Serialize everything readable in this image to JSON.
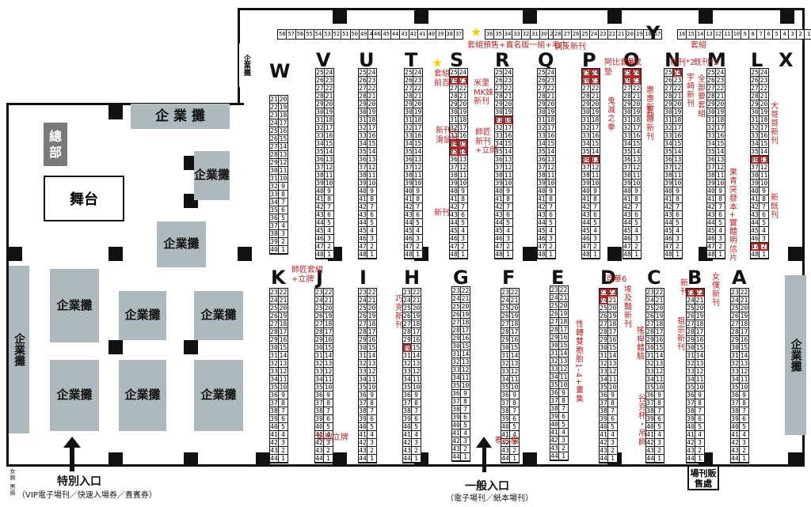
{
  "left_block_labels": {
    "top_row_left": "",
    "y_letter": "Y"
  },
  "top_row_left": [
    "58",
    "57",
    "56",
    "55",
    "54",
    "53",
    "52",
    "51",
    "50",
    "49",
    "48",
    "47"
  ],
  "top_row_mid": [
    "46",
    "45",
    "44",
    "43",
    "42",
    "41",
    "40",
    "39",
    "38",
    "37"
  ],
  "top_row_center": [
    "36",
    "35",
    "34",
    "33",
    "32",
    "31",
    "30",
    "29"
  ],
  "top_row_right": [
    "28",
    "27",
    "26",
    "25",
    "24",
    "23",
    "22",
    "21",
    "20",
    "19",
    "18",
    "17"
  ],
  "top_row_far": [
    "16",
    "15",
    "14",
    "13",
    "12",
    "11",
    "10",
    "9",
    "8",
    "7",
    "6",
    "5",
    "4",
    "3",
    "2",
    "1"
  ],
  "top_notes": {
    "center": "套組預售+賣名版一組+毛巾",
    "right": "偶反新刊",
    "far": "套組"
  },
  "upper_letters": [
    "W",
    "V",
    "U",
    "T",
    "S",
    "R",
    "Q",
    "P",
    "O",
    "N",
    "M",
    "L",
    "X"
  ],
  "lower_letters": [
    "K",
    "J",
    "I",
    "H",
    "G",
    "F",
    "E",
    "D",
    "C",
    "B",
    "A"
  ],
  "corp_label": "企業攤",
  "corp_label_short": "企 業 攤",
  "hq_label": "總部",
  "stage_label": "舞台",
  "entrance_special": "特別入口",
  "entrance_special_sub": "（VIP電子場刊／快速入場券／貴賓券）",
  "entrance_general": "一般入口",
  "entrance_general_sub": "（電子場刊／紙本場刊）",
  "sales_label": "場刊販售處",
  "restroom_label": "女廁 男廁",
  "side_booth_label": "企業攤",
  "upper_pairs": [
    [
      "25",
      "24"
    ],
    [
      "26",
      "23"
    ],
    [
      "27",
      "22"
    ],
    [
      "28",
      "21"
    ],
    [
      "29",
      "20"
    ],
    [
      "30",
      "19"
    ],
    [
      "31",
      "18"
    ],
    [
      "32",
      "17"
    ],
    [
      "33",
      "16"
    ],
    [
      "34",
      "15"
    ],
    [
      "35",
      "14"
    ],
    [
      "36",
      "13"
    ],
    [
      "37",
      "12"
    ],
    [
      "38",
      "11"
    ],
    [
      "39",
      "10"
    ],
    [
      "40",
      "9"
    ],
    [
      "41",
      "8"
    ],
    [
      "42",
      "7"
    ],
    [
      "43",
      "6"
    ],
    [
      "44",
      "5"
    ],
    [
      "45",
      "4"
    ],
    [
      "46",
      "3"
    ],
    [
      "47",
      "2"
    ],
    [
      "48",
      "1"
    ]
  ],
  "w_pairs": [
    [
      "21",
      "20"
    ],
    [
      "22",
      "19"
    ],
    [
      "23",
      "18"
    ],
    [
      "24",
      "17"
    ],
    [
      "25",
      "16"
    ],
    [
      "26",
      "15"
    ],
    [
      "27",
      "14"
    ],
    [
      "28",
      "13"
    ],
    [
      "29",
      "12"
    ],
    [
      "30",
      "11"
    ],
    [
      "31",
      "10"
    ],
    [
      "32",
      "9"
    ],
    [
      "33",
      "8"
    ],
    [
      "34",
      "7"
    ],
    [
      "35",
      "6"
    ],
    [
      "36",
      "5"
    ],
    [
      "37",
      "4"
    ],
    [
      "38",
      "3"
    ],
    [
      "39",
      "2"
    ],
    [
      "40",
      "1"
    ]
  ],
  "lower_pairs": [
    [
      "23",
      "22"
    ],
    [
      "24",
      "21"
    ],
    [
      "25",
      "20"
    ],
    [
      "26",
      "19"
    ],
    [
      "27",
      "18"
    ],
    [
      "28",
      "17"
    ],
    [
      "29",
      "16"
    ],
    [
      "30",
      "15"
    ],
    [
      "31",
      "14"
    ],
    [
      "32",
      "13"
    ],
    [
      "33",
      "12"
    ],
    [
      "34",
      "11"
    ],
    [
      "35",
      "10"
    ],
    [
      "36",
      "9"
    ],
    [
      "37",
      "8"
    ],
    [
      "38",
      "7"
    ],
    [
      "39",
      "6"
    ],
    [
      "40",
      "5"
    ],
    [
      "41",
      "4"
    ],
    [
      "42",
      "3"
    ],
    [
      "43",
      "2"
    ],
    [
      "44",
      "1"
    ]
  ],
  "notes": {
    "s1": "套組\n前百",
    "s2": "新刊+\n滑鼠墊",
    "s3": "新刊",
    "r1": "米里\nMK妹\n新刊",
    "r2": "師匠\n新刊\n+立牌",
    "p1": "阿比套組\n墊",
    "p2": "鬼滅之拳",
    "o1": "滑鼠",
    "o2": "惠惠\n新刊",
    "o3": "夏娜新刊",
    "n1": "新刊*2",
    "n2": "宇崎新刊",
    "m1": "既刊*2",
    "m2": "全部要套組",
    "l1": "大哥哥新刊",
    "l2": "新既刊",
    "l3": "果青突發本+實體明信片",
    "k1": "師匠套組\n+立牌",
    "j1": "凱留立牌",
    "h1": "巧克新刊",
    "f1": "寮心魔",
    "e1": "性轉雙胞胎\n1-4\n+畫集",
    "d1": "百華6",
    "d2": "埃及豔新刊",
    "d3": "搖桿體驗",
    "c1": "谷克杯・吊飾",
    "b1": "新刊",
    "b2": "祖宗新刊",
    "a1": "女僕新刊"
  },
  "colors": {
    "booth_highlight": "#b32424",
    "corp_fill": "#aeb9bd",
    "hq_fill": "#7a7a7a",
    "star": "#f2cd12"
  }
}
